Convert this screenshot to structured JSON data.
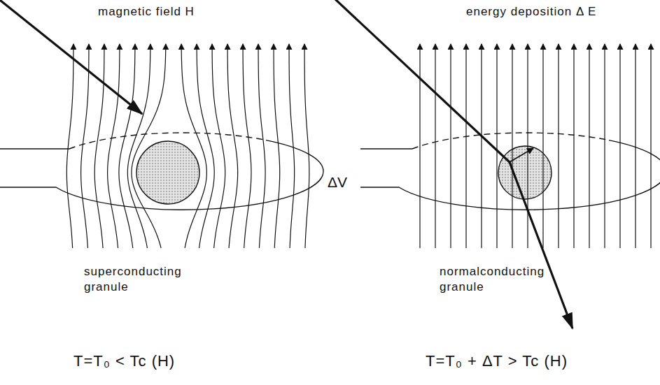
{
  "diagram": {
    "labels": [
      "magnetic field H",
      "energy deposition Δ E",
      "ΔV",
      "superconducting granule",
      "normalconducting granule",
      "T=T₀ < Tc (H)",
      "T=T₀ + ΔT > Tc (H)"
    ]
  }
}
